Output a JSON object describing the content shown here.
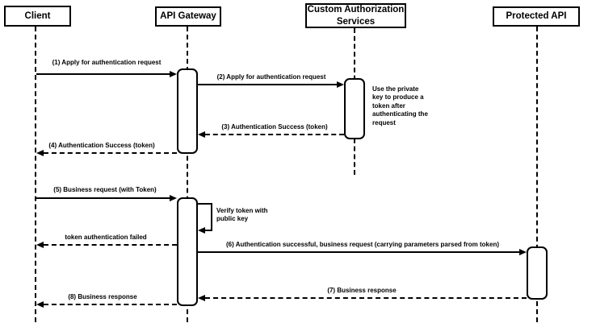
{
  "diagram": {
    "type": "uml-sequence-diagram",
    "colors": {
      "stroke": "#000000",
      "background": "#ffffff"
    },
    "actors": [
      {
        "name": "Client"
      },
      {
        "name": "API Gateway"
      },
      {
        "name": "Custom Authorization Services"
      },
      {
        "name": "Protected API"
      }
    ],
    "messages": [
      {
        "label": "(1) Apply for authentication request",
        "from": "Client",
        "to": "API Gateway",
        "line": "solid"
      },
      {
        "label": "(2) Apply for authentication request",
        "from": "API Gateway",
        "to": "Custom Authorization Services",
        "line": "solid"
      },
      {
        "label": "(3) Authentication Success (token)",
        "from": "Custom Authorization Services",
        "to": "API Gateway",
        "line": "dashed"
      },
      {
        "label": "(4) Authentication Success (token)",
        "from": "API Gateway",
        "to": "Client",
        "line": "dashed"
      },
      {
        "label": "(5) Business request (with Token)",
        "from": "Client",
        "to": "API Gateway",
        "line": "solid"
      },
      {
        "label": "Verify token with public key",
        "from": "API Gateway",
        "to": "API Gateway",
        "line": "solid",
        "kind": "self-call"
      },
      {
        "label": "token authentication failed",
        "from": "API Gateway",
        "to": "Client",
        "line": "dashed"
      },
      {
        "label": "(6) Authentication successful, business request (carrying parameters parsed from token)",
        "from": "API Gateway",
        "to": "Protected API",
        "line": "solid"
      },
      {
        "label": "(7) Business response",
        "from": "Protected API",
        "to": "API Gateway",
        "line": "dashed"
      },
      {
        "label": "(8) Business response",
        "from": "API Gateway",
        "to": "Client",
        "line": "dashed"
      }
    ],
    "note": {
      "text": "Use the private key to produce a token after authenticating the request"
    }
  }
}
